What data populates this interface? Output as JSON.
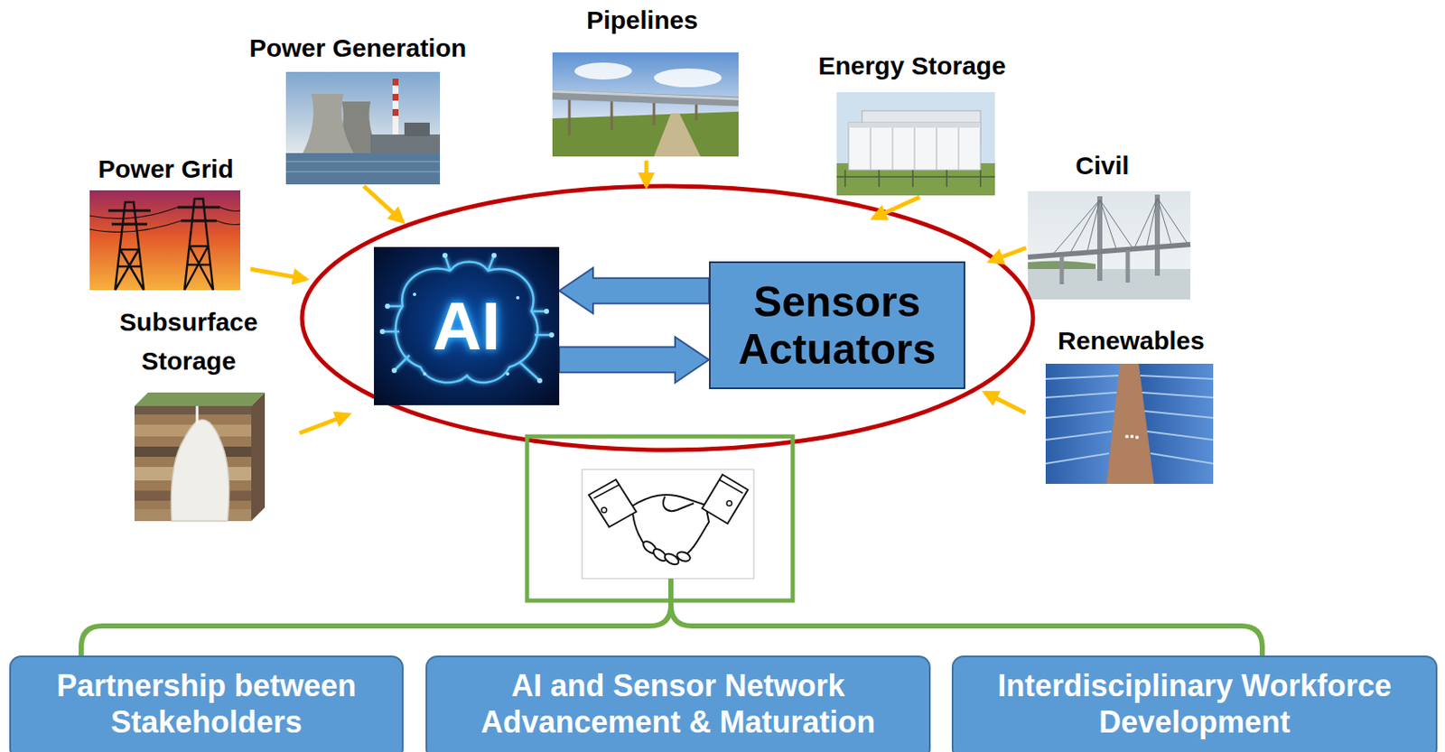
{
  "diagram": {
    "nodes": [
      {
        "text": [
          "AI"
        ]
      },
      {
        "text": [
          "Sensors Actuators"
        ]
      },
      {
        "text": [
          "Partnership between Stakeholders"
        ]
      },
      {
        "text": [
          "AI and Sensor Network Advancement & Maturation"
        ]
      },
      {
        "text": [
          "Interdisciplinary Workforce Development"
        ]
      }
    ],
    "edges": [
      {
        "from": 1,
        "to": 0,
        "arrow": "to"
      },
      {
        "from": 0,
        "to": 1,
        "arrow": "to"
      }
    ],
    "labels": [
      "Pipelines",
      "Power Generation",
      "Energy Storage",
      "Civil",
      "Power Grid",
      "Subsurface Storage",
      "Renewables"
    ]
  }
}
